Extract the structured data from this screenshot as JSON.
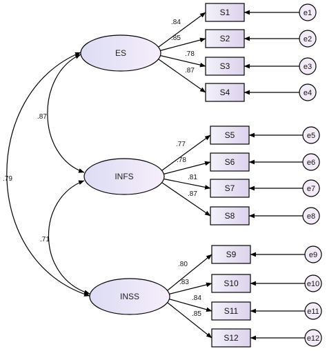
{
  "latent": [
    {
      "id": "ES",
      "label": "ES"
    },
    {
      "id": "INFS",
      "label": "INFS"
    },
    {
      "id": "INSS",
      "label": "INSS"
    }
  ],
  "indicators": [
    {
      "label": "S1",
      "factor": "ES",
      "loading": ".84",
      "error": "e1"
    },
    {
      "label": "S2",
      "factor": "ES",
      "loading": ".85",
      "error": "e2"
    },
    {
      "label": "S3",
      "factor": "ES",
      "loading": ".78",
      "error": "e3"
    },
    {
      "label": "S4",
      "factor": "ES",
      "loading": ".87",
      "error": "e4"
    },
    {
      "label": "S5",
      "factor": "INFS",
      "loading": ".77",
      "error": "e5"
    },
    {
      "label": "S6",
      "factor": "INFS",
      "loading": ".78",
      "error": "e6"
    },
    {
      "label": "S7",
      "factor": "INFS",
      "loading": ".81",
      "error": "e7"
    },
    {
      "label": "S8",
      "factor": "INFS",
      "loading": ".87",
      "error": "e8"
    },
    {
      "label": "S9",
      "factor": "INSS",
      "loading": ".80",
      "error": "e9"
    },
    {
      "label": "S10",
      "factor": "INSS",
      "loading": ".83",
      "error": "e10"
    },
    {
      "label": "S11",
      "factor": "INSS",
      "loading": ".84",
      "error": "e11"
    },
    {
      "label": "S12",
      "factor": "INSS",
      "loading": ".85",
      "error": "e12"
    }
  ],
  "correlations": [
    {
      "from": "ES",
      "to": "INFS",
      "value": ".87"
    },
    {
      "from": "INFS",
      "to": "INSS",
      "value": ".71"
    },
    {
      "from": "ES",
      "to": "INSS",
      "value": ".79"
    }
  ],
  "colors": {
    "ellipse_fill_left": "#dcdcf4",
    "ellipse_fill_right": "#f6eefa",
    "box_fill_left": "#f2f2fa",
    "box_fill_right": "#ddd2ec",
    "error_fill": "#f4ebf8",
    "stroke": "#000000"
  }
}
